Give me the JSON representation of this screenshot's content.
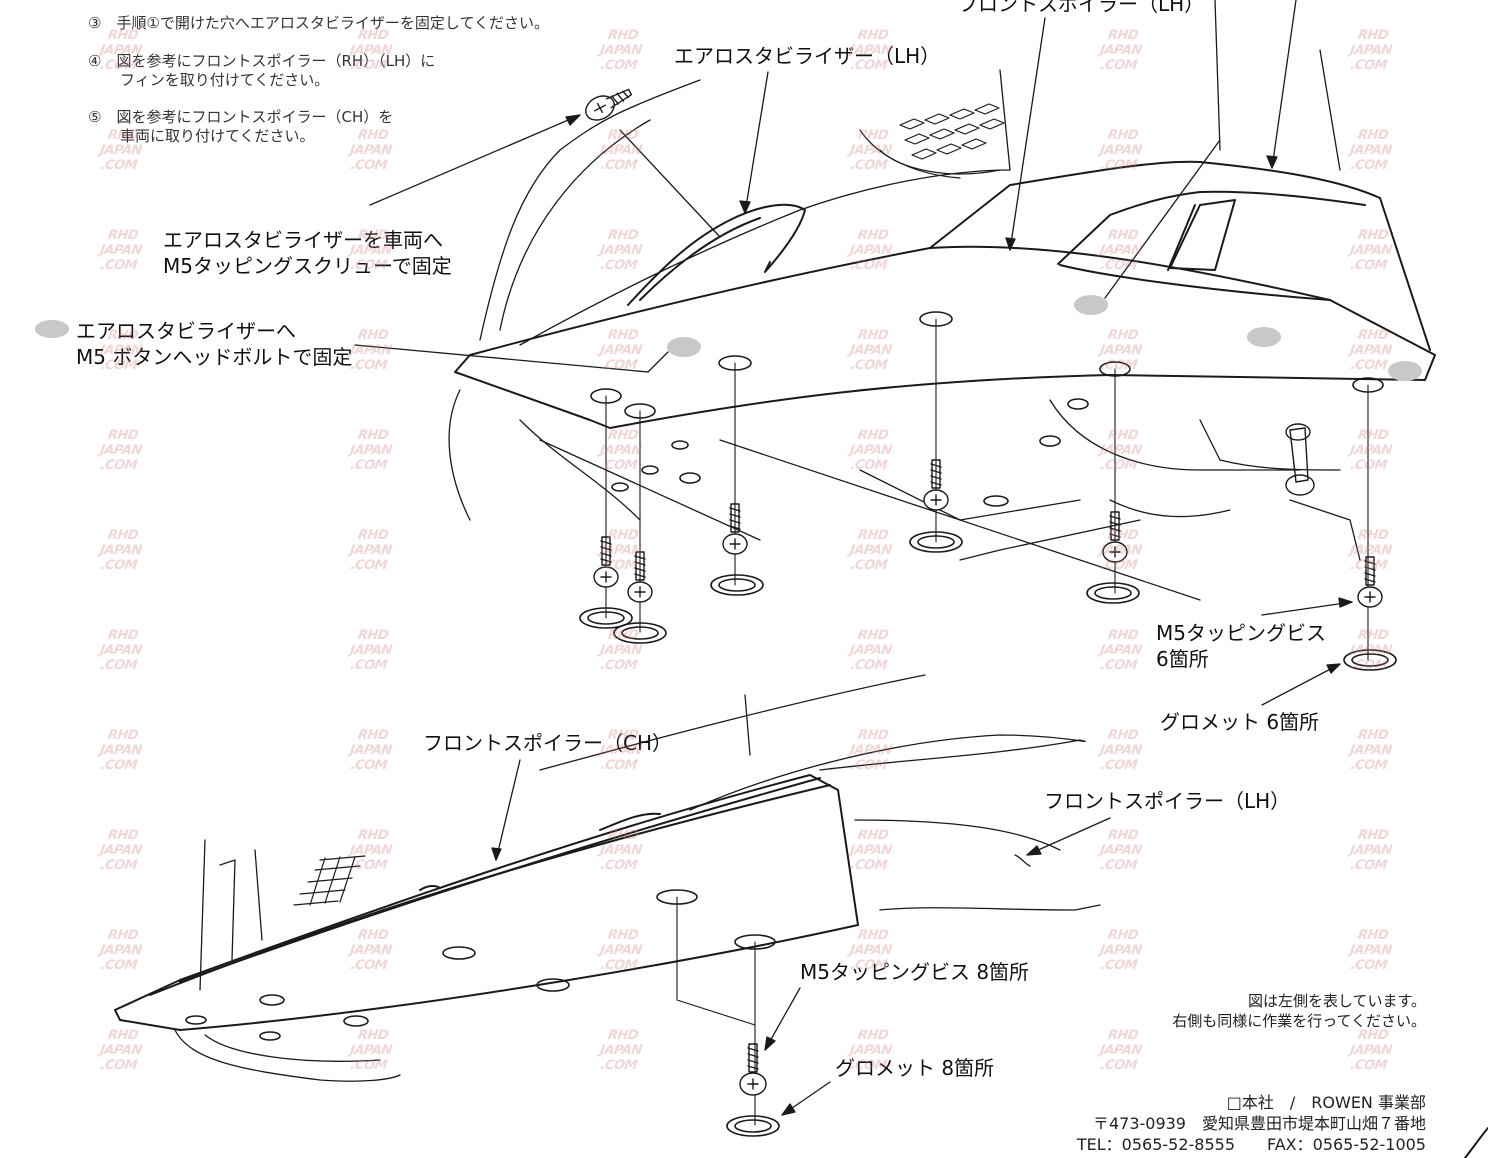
{
  "steps": [
    {
      "number": "③",
      "lines": [
        "手順①で開けた穴へエアロスタビライザーを固定してください。"
      ]
    },
    {
      "number": "④",
      "lines": [
        "図を参考にフロントスポイラー（RH）（LH）に",
        "フィンを取り付けてください。"
      ]
    },
    {
      "number": "⑤",
      "lines": [
        "図を参考にフロントスポイラー（CH）を",
        "車両に取り付けてください。"
      ]
    }
  ],
  "labels": {
    "front_spoiler_lh_top": "フロントスポイラー（LH）",
    "aero_stabilizer_lh": "エアロスタビライザー（LH）",
    "stabilizer_screw_line1": "エアロスタビライザーを車両へ",
    "stabilizer_screw_line2": "M5タッピングスクリューで固定",
    "bolt_legend_line1": "エアロスタビライザーへ",
    "bolt_legend_line2": "M5 ボタンヘッドボルトで固定",
    "tapping_screw_6_line1": "M5タッピングビス",
    "tapping_screw_6_line2": "6箇所",
    "grommet_6": "グロメット 6箇所",
    "front_spoiler_ch": "フロントスポイラー（CH）",
    "front_spoiler_lh_bottom": "フロントスポイラー（LH）",
    "tapping_screw_8": "M5タッピングビス 8箇所",
    "grommet_8": "グロメット 8箇所"
  },
  "notes": {
    "line1": "図は左側を表しています。",
    "line2": "右側も同様に作業を行ってください。"
  },
  "footer": {
    "company": "□本社　/　ROWEN 事業部",
    "address": "〒473-0939　愛知県豊田市堤本町山畑７番地",
    "contact": "TEL：0565-52-8555　　FAX：0565-52-1005"
  },
  "watermark": {
    "line1": "RHD",
    "line2": "JAPAN",
    "line3": ".COM"
  },
  "colors": {
    "line": "#1a1a1a",
    "bolt_marker": "#c8c8c8",
    "watermark": "#d07a7a"
  }
}
